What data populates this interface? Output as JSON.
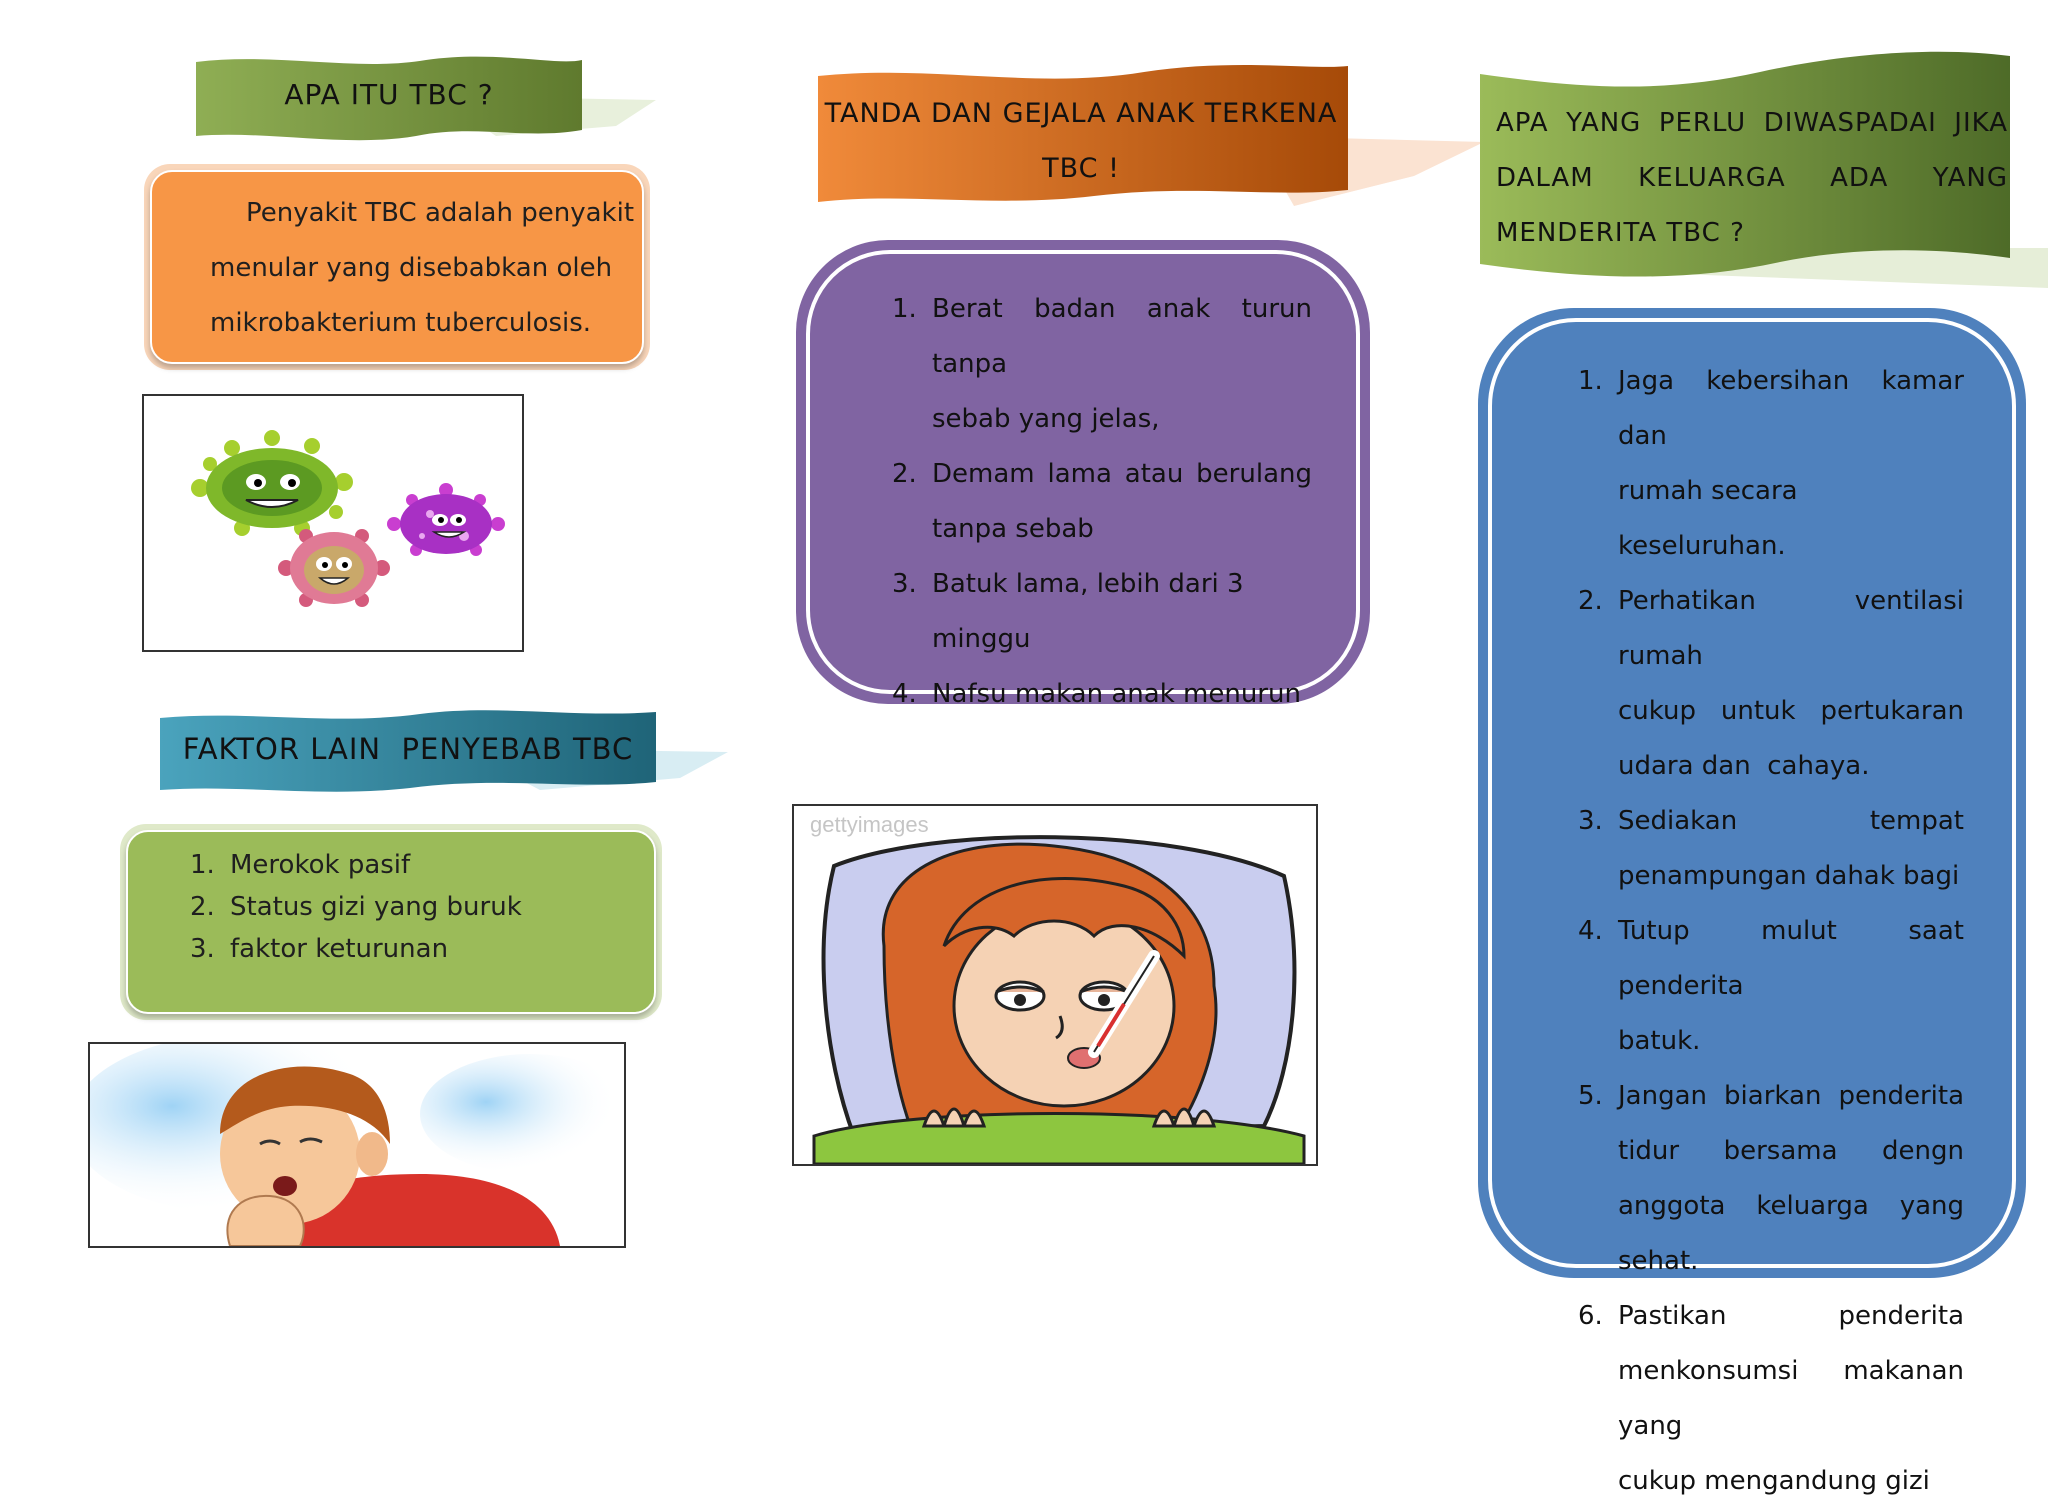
{
  "col1": {
    "banner1": {
      "title": "APA ITU TBC ?"
    },
    "card1": {
      "lines": [
        "Penyakit TBC adalah penyakit",
        "menular yang disebabkan oleh",
        "mikrobakterium tuberculosis."
      ]
    },
    "banner2": {
      "title": "FAKTOR LAIN  PENYEBAB TBC"
    },
    "factors": [
      {
        "num": "1.",
        "text": "Merokok pasif"
      },
      {
        "num": "2.",
        "text": "Status gizi yang buruk"
      },
      {
        "num": "3.",
        "text": "faktor keturunan"
      }
    ]
  },
  "col2": {
    "banner": {
      "line1": "TANDA DAN GEJALA ANAK TERKENA",
      "line2": "TBC !"
    },
    "symptoms": [
      {
        "num": "1.",
        "lines": [
          "Berat badan anak turun tanpa",
          "sebab yang jelas,"
        ]
      },
      {
        "num": "2.",
        "lines": [
          "Demam lama atau berulang",
          "tanpa sebab"
        ]
      },
      {
        "num": "3.",
        "lines": [
          "Batuk lama, lebih dari 3 minggu"
        ]
      },
      {
        "num": "4.",
        "lines": [
          "Nafsu makan anak menurun"
        ]
      }
    ],
    "watermark": "gettyimages"
  },
  "col3": {
    "banner": {
      "lines": [
        "APA YANG PERLU DIWASPADAI JIKA",
        "DALAM KELUARGA ADA YANG",
        "MENDERITA TBC ?"
      ]
    },
    "tips": [
      {
        "num": "1.",
        "lines": [
          "Jaga kebersihan kamar dan",
          "rumah secara keseluruhan."
        ]
      },
      {
        "num": "2.",
        "lines": [
          "Perhatikan ventilasi rumah",
          "cukup untuk pertukaran",
          "udara dan  cahaya."
        ]
      },
      {
        "num": "3.",
        "lines": [
          "Sediakan tempat",
          "penampungan dahak bagi"
        ]
      },
      {
        "num": "4.",
        "lines": [
          "Tutup mulut saat penderita",
          "batuk."
        ]
      },
      {
        "num": "5.",
        "lines": [
          "Jangan biarkan penderita",
          "tidur bersama dengn",
          "anggota keluarga yang",
          "sehat."
        ]
      },
      {
        "num": "6.",
        "lines": [
          "Pastikan penderita",
          "menkonsumsi makanan yang",
          "cukup mengandung gizi"
        ]
      }
    ]
  },
  "colors": {
    "green_banner": "#7f9a46",
    "orange_card": "#f79646",
    "teal_banner": "#31859c",
    "green_card": "#9bbb59",
    "orange_banner": "#e36c0a",
    "purple_card": "#8064a2",
    "blue_card": "#4f81bd"
  },
  "images": {
    "germs": "germs-illustration",
    "coughing_boy": "coughing-boy-illustration",
    "sick_girl": "sick-girl-illustration"
  }
}
